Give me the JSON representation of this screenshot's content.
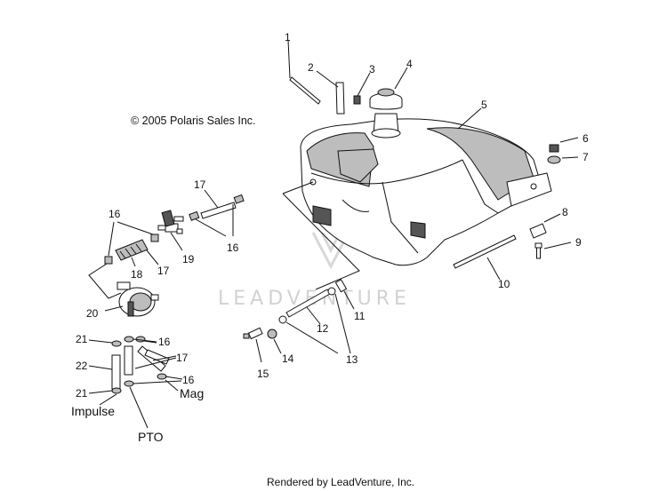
{
  "copyright": "© 2005 Polaris Sales Inc.",
  "watermark": "LEADVENTURE",
  "footer": "Rendered by LeadVenture, Inc.",
  "labels": {
    "impulse": "Impulse",
    "mag": "Mag",
    "pto": "PTO"
  },
  "callouts": {
    "c1": "1",
    "c2": "2",
    "c3": "3",
    "c4": "4",
    "c5": "5",
    "c6": "6",
    "c7": "7",
    "c8": "8",
    "c9": "9",
    "c10": "10",
    "c11": "11",
    "c12": "12",
    "c13": "13",
    "c14": "14",
    "c15": "15",
    "c16a": "16",
    "c16b": "16",
    "c16c": "16",
    "c16d": "16",
    "c17a": "17",
    "c17b": "17",
    "c17c": "17",
    "c18": "18",
    "c19": "19",
    "c20": "20",
    "c21a": "21",
    "c21b": "21",
    "c22": "22"
  }
}
